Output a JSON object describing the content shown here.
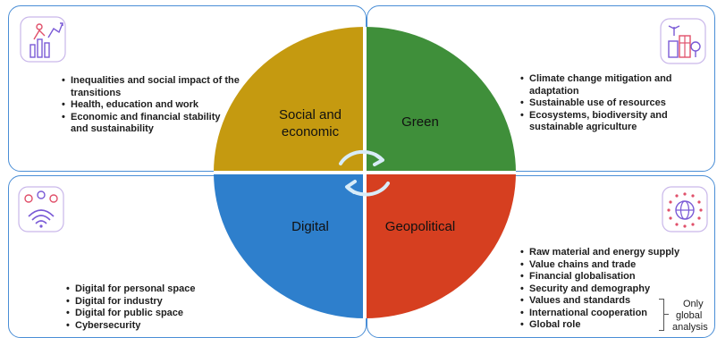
{
  "quadrants": {
    "social": {
      "label_line1": "Social and",
      "label_line2": "economic",
      "color": "#c59a10",
      "bullets": [
        "Inequalities and social impact of the transitions",
        "Health, education and work",
        "Economic and financial stability and sustainability"
      ]
    },
    "green": {
      "label": "Green",
      "color": "#3f8f3a",
      "bullets": [
        "Climate change mitigation and adaptation",
        "Sustainable use of resources",
        "Ecosystems, biodiversity and sustainable agriculture"
      ]
    },
    "digital": {
      "label": "Digital",
      "color": "#2e7fcc",
      "bullets": [
        "Digital for personal space",
        "Digital for industry",
        "Digital for public space",
        "Cybersecurity"
      ]
    },
    "geopolitical": {
      "label": "Geopolitical",
      "color": "#d63f20",
      "bullets": [
        "Raw material and energy supply",
        "Value chains and trade",
        "Financial globalisation",
        "Security and demography",
        "Values and standards",
        "International cooperation",
        "Global role"
      ],
      "note_line1": "Only",
      "note_line2": "global",
      "note_line3": "analysis"
    }
  },
  "colors": {
    "panel_border": "#4a8ed6",
    "icon_stroke": "#7a5ad6",
    "icon_accent": "#e0506a"
  },
  "icons": {
    "top_left": "people-growth-icon",
    "top_right": "green-city-icon",
    "bottom_left": "digital-network-icon",
    "bottom_right": "globe-stars-icon",
    "center": "cycle-arrows-icon"
  }
}
